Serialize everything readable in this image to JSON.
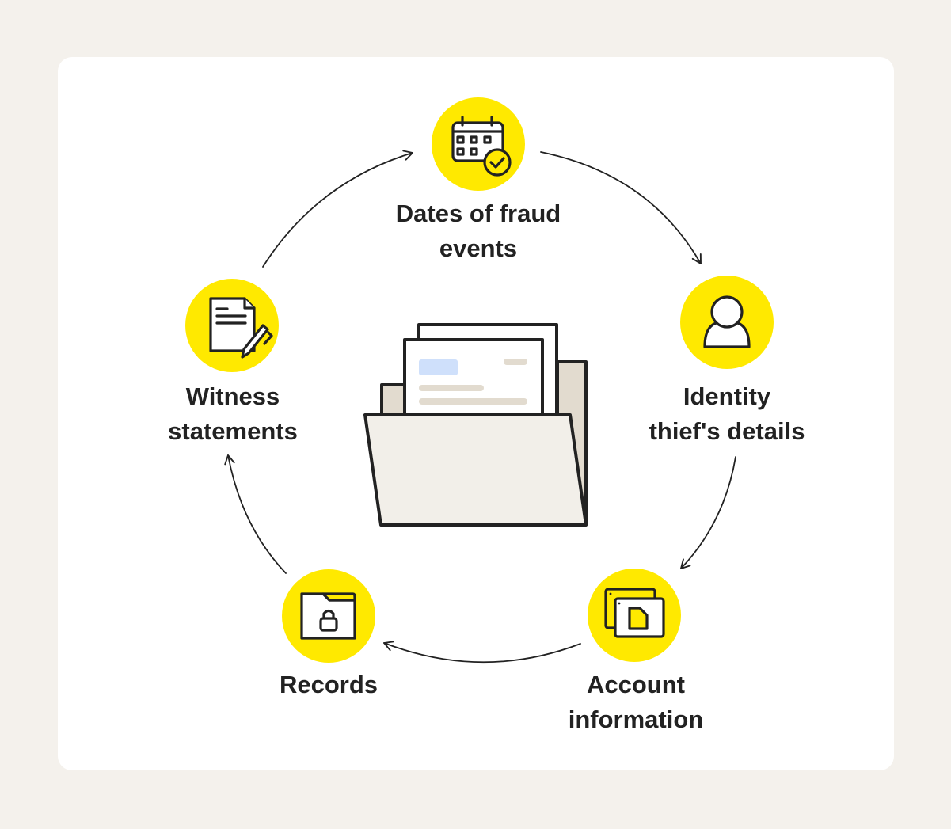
{
  "diagram": {
    "type": "cycle",
    "center": {
      "name": "open-folder-with-documents"
    },
    "colors": {
      "background": "#f4f1ec",
      "card": "#ffffff",
      "accent_yellow": "#ffe900",
      "stroke": "#222222",
      "folder_fill": "#f2efe9",
      "folder_back": "#e2dbcf",
      "doc_placeholder_blue": "#cfe0fb",
      "doc_placeholder_beige": "#e2dbcf"
    },
    "nodes": [
      {
        "id": "dates",
        "label_line1": "Dates of fraud",
        "label_line2": "events",
        "icon": "calendar-check-icon"
      },
      {
        "id": "identity",
        "label_line1": "Identity",
        "label_line2": "thief's details",
        "icon": "user-icon"
      },
      {
        "id": "account",
        "label_line1": "Account",
        "label_line2": "information",
        "icon": "windows-document-icon"
      },
      {
        "id": "records",
        "label_line1": "Records",
        "label_line2": "",
        "icon": "locked-folder-icon"
      },
      {
        "id": "witness",
        "label_line1": "Witness",
        "label_line2": "statements",
        "icon": "document-pen-icon"
      }
    ],
    "edges": [
      {
        "from": "dates",
        "to": "identity"
      },
      {
        "from": "identity",
        "to": "account"
      },
      {
        "from": "account",
        "to": "records"
      },
      {
        "from": "records",
        "to": "witness"
      },
      {
        "from": "witness",
        "to": "dates"
      }
    ]
  }
}
